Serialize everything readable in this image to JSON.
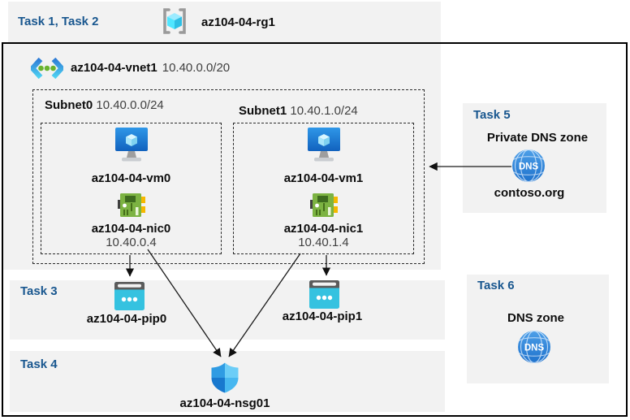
{
  "header": {
    "tasks_label": "Task 1, Task 2",
    "resource_group": "az104-04-rg1",
    "icon": "resource-group-icon"
  },
  "vnet": {
    "name": "az104-04-vnet1",
    "cidr": "10.40.0.0/20",
    "icon": "virtual-network-icon",
    "subnets": [
      {
        "name": "Subnet0",
        "cidr": "10.40.0.0/24",
        "vm": {
          "name": "az104-04-vm0",
          "icon": "virtual-machine-icon"
        },
        "nic": {
          "name": "az104-04-nic0",
          "ip": "10.40.0.4",
          "icon": "network-interface-icon"
        }
      },
      {
        "name": "Subnet1",
        "cidr": "10.40.1.0/24",
        "vm": {
          "name": "az104-04-vm1",
          "icon": "virtual-machine-icon"
        },
        "nic": {
          "name": "az104-04-nic1",
          "ip": "10.40.1.4",
          "icon": "network-interface-icon"
        }
      }
    ]
  },
  "task3": {
    "label": "Task 3",
    "pip0": "az104-04-pip0",
    "pip1": "az104-04-pip1",
    "icon": "public-ip-icon"
  },
  "task4": {
    "label": "Task 4",
    "nsg": "az104-04-nsg01",
    "icon": "network-security-group-icon"
  },
  "task5": {
    "label": "Task 5",
    "title": "Private DNS zone",
    "zone": "contoso.org",
    "icon": "dns-zone-icon"
  },
  "task6": {
    "label": "Task 6",
    "title": "DNS zone",
    "icon": "dns-zone-icon"
  },
  "dns_icon_text": "DNS",
  "connections": [
    "nic0 -> pip0",
    "nic0 -> nsg01",
    "nic1 -> pip1",
    "nic1 -> nsg01",
    "private-dns-zone -> Subnet1"
  ],
  "colors": {
    "task_label": "#19578F",
    "panel_bg": "#F2F2F2",
    "border": "#000000",
    "arrow": "#1a1a1a"
  }
}
